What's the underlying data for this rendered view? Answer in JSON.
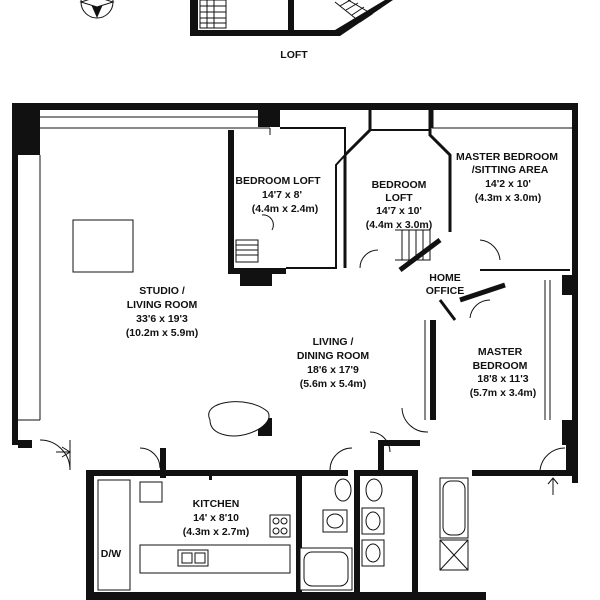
{
  "loft_section": {
    "label": "LOFT"
  },
  "rooms": {
    "bedroom_loft_left": {
      "name": "BEDROOM LOFT",
      "dims_imperial": "14'7 x 8'",
      "dims_metric": "(4.4m x 2.4m)"
    },
    "bedroom_loft_middle": {
      "name_line1": "BEDROOM",
      "name_line2": "LOFT",
      "dims_imperial": "14'7 x 10'",
      "dims_metric": "(4.4m x 3.0m)"
    },
    "master_sitting": {
      "name_line1": "MASTER BEDROOM",
      "name_line2": "/SITTING  AREA",
      "dims_imperial": "14'2 x 10'",
      "dims_metric": "(4.3m x 3.0m)"
    },
    "home_office": {
      "name_line1": "HOME",
      "name_line2": "OFFICE"
    },
    "studio": {
      "name_line1": "STUDIO /",
      "name_line2": "LIVING  ROOM",
      "dims_imperial": "33'6 x 19'3",
      "dims_metric": "(10.2m x 5.9m)"
    },
    "living_dining": {
      "name_line1": "LIVING  /",
      "name_line2": "DINING ROOM",
      "dims_imperial": "18'6 x 17'9",
      "dims_metric": "(5.6m x 5.4m)"
    },
    "master_bedroom": {
      "name_line1": "MASTER",
      "name_line2": "BEDROOM",
      "dims_imperial": "18'8 x 11'3",
      "dims_metric": "(5.7m x 3.4m)"
    },
    "kitchen": {
      "name": "KITCHEN",
      "dims_imperial": "14' x 8'10",
      "dims_metric": "(4.3m x 2.7m)"
    }
  },
  "appliance_label": "D/W",
  "icons": [
    "compass-icon",
    "entrance-arrow-icon",
    "stair-icon",
    "sink-icon",
    "toilet-icon",
    "bathtub-icon",
    "shower-icon",
    "hob-icon"
  ]
}
